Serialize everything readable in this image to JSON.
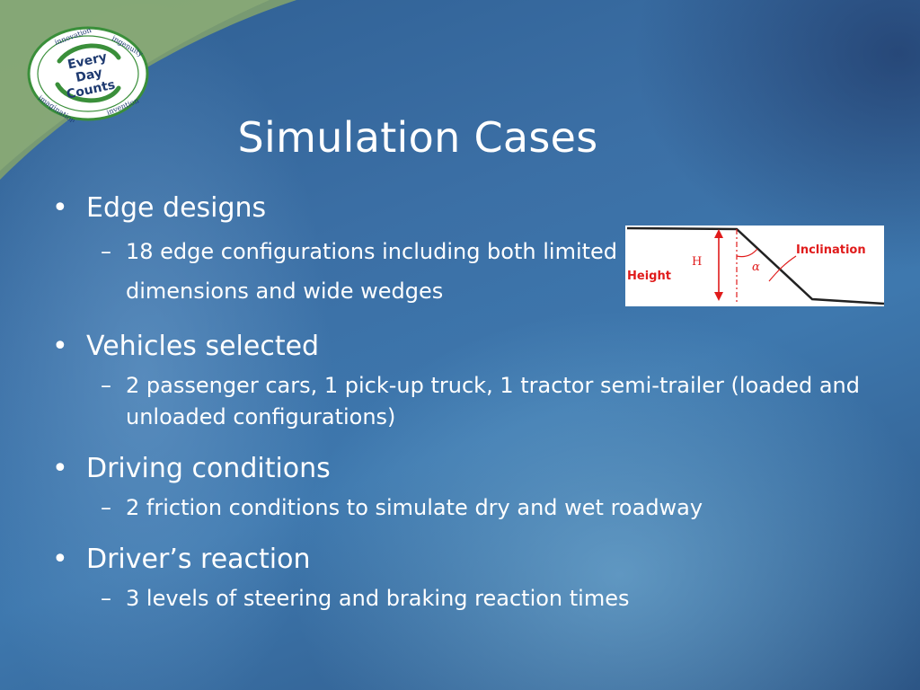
{
  "logo": {
    "center_text": [
      "Every",
      "Day",
      "Counts"
    ],
    "ring_words": [
      "innovation",
      "ingenuity",
      "imagination",
      "invention"
    ]
  },
  "slide": {
    "title": "Simulation Cases",
    "bullets": [
      {
        "text": "Edge designs",
        "subs": [
          "18 edge configurations including both limited dimensions and wide wedges"
        ]
      },
      {
        "text": "Vehicles selected",
        "subs": [
          "2 passenger cars, 1 pick-up truck, 1 tractor semi-trailer (loaded and unloaded configurations)"
        ]
      },
      {
        "text": "Driving conditions",
        "subs": [
          "2 friction conditions to simulate dry and wet roadway"
        ]
      },
      {
        "text": "Driver’s reaction",
        "subs": [
          "3 levels of steering and braking reaction times"
        ]
      }
    ],
    "bullet_glyph": "•",
    "sub_glyph": "–"
  },
  "figure": {
    "height_label": "Height",
    "h_symbol": "H",
    "inclination_label": "Inclination",
    "alpha_symbol": "α"
  },
  "colors": {
    "figure_accent": "#e01b1b",
    "logo_green": "#3a8f3a",
    "logo_navy": "#1e3a70"
  }
}
